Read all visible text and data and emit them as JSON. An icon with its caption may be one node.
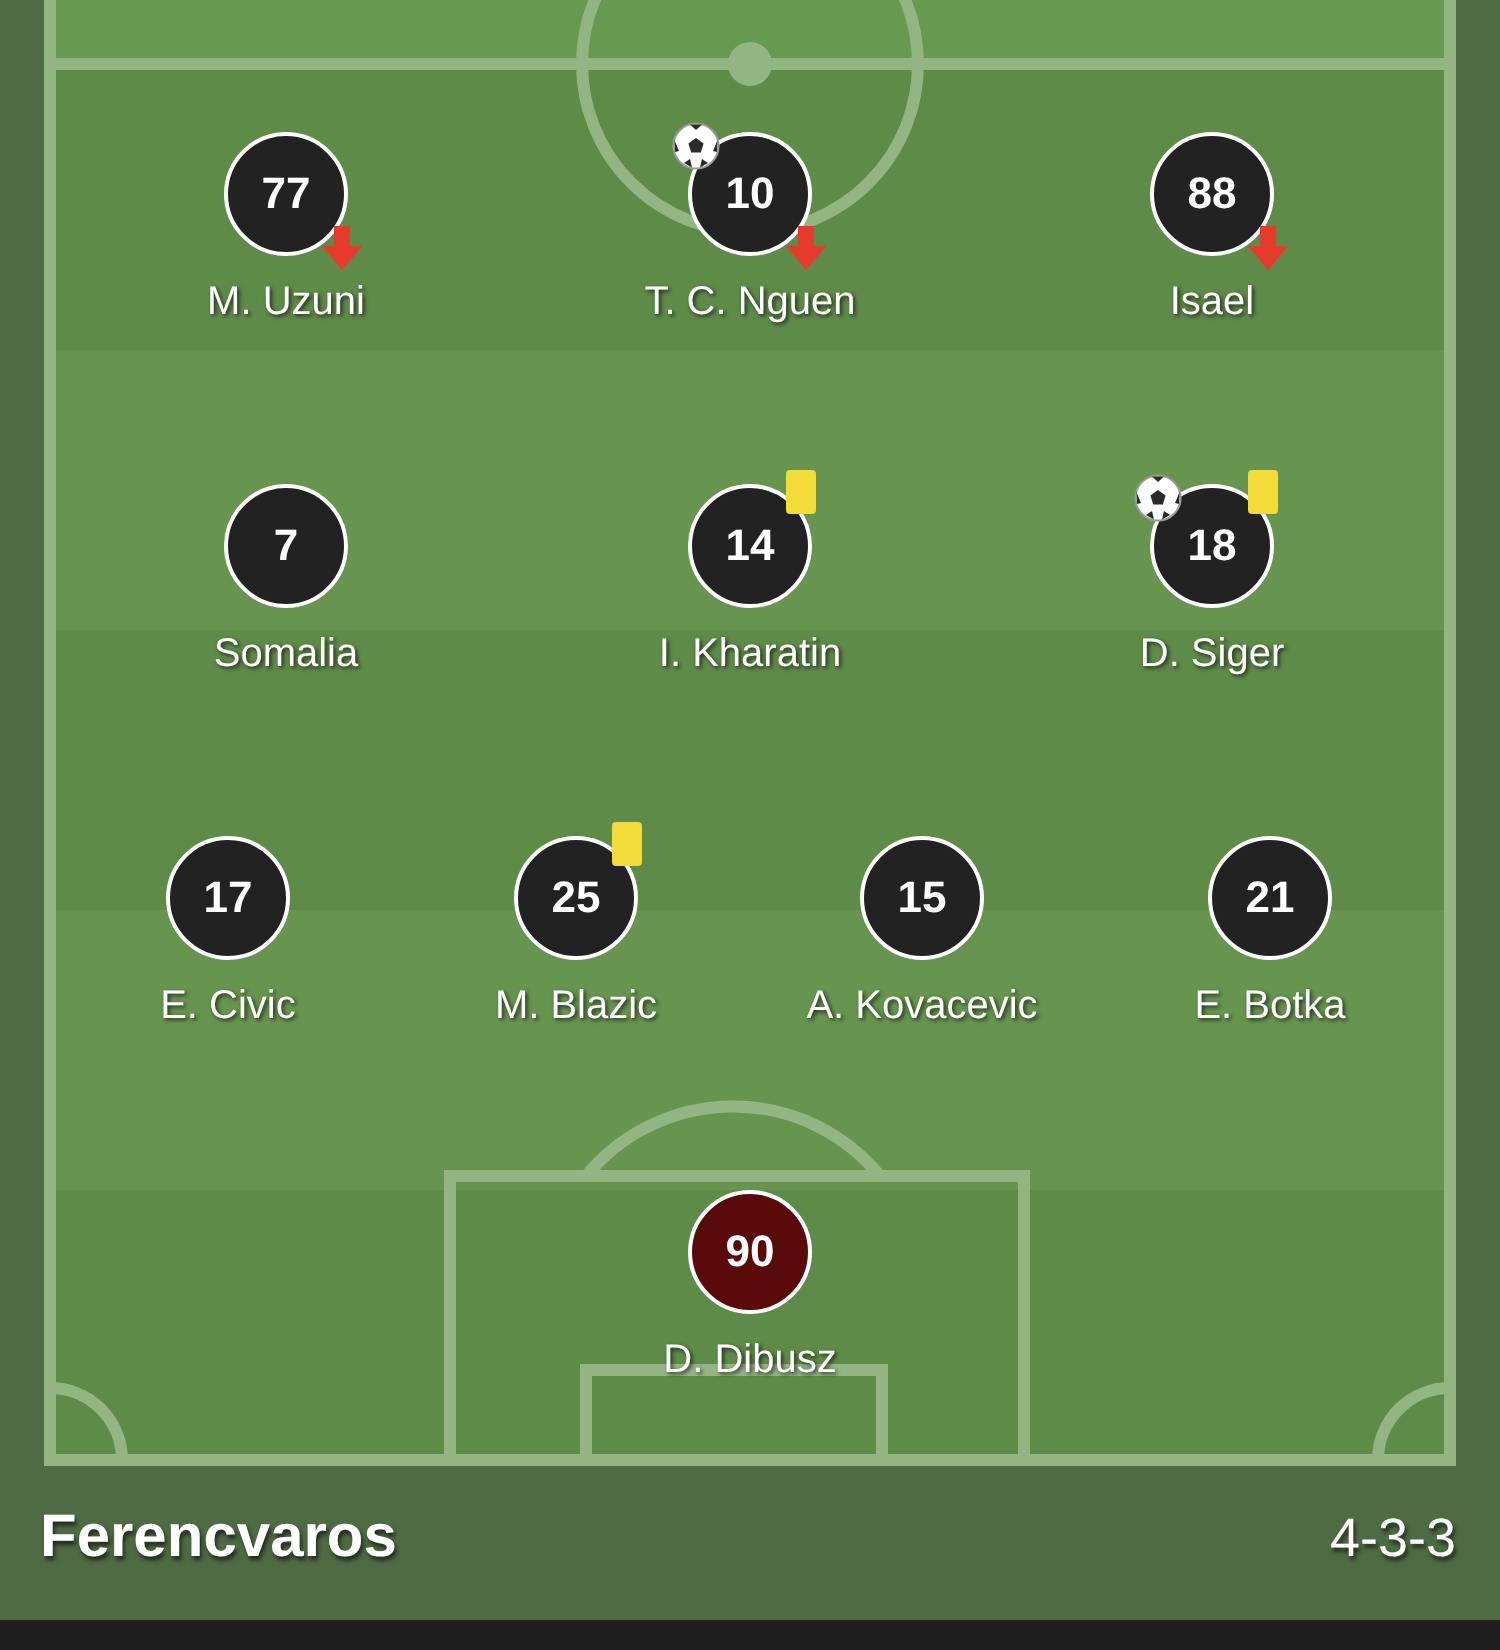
{
  "diagram": {
    "title": "Ferencvaros",
    "nodes": [
      {
        "text": [
          "77"
        ],
        "beside": [
          "M. Uzuni"
        ]
      },
      {
        "text": [
          "10"
        ],
        "beside": [
          "T. C. Nguen"
        ]
      },
      {
        "text": [
          "88"
        ],
        "beside": [
          "Isael"
        ]
      },
      {
        "text": [
          "7"
        ],
        "beside": [
          "Somalia"
        ]
      },
      {
        "text": [
          "14"
        ],
        "beside": [
          "I. Kharatin"
        ]
      },
      {
        "text": [
          "18"
        ],
        "beside": [
          "D. Siger"
        ]
      },
      {
        "text": [
          "17"
        ],
        "beside": [
          "E. Civic"
        ]
      },
      {
        "text": [
          "25"
        ],
        "beside": [
          "M. Blazic"
        ]
      },
      {
        "text": [
          "15"
        ],
        "beside": [
          "A. Kovacevic"
        ]
      },
      {
        "text": [
          "21"
        ],
        "beside": [
          "E. Botka"
        ]
      },
      {
        "text": [
          "90"
        ],
        "beside": [
          "D. Dibusz"
        ]
      }
    ],
    "labels": [
      "4-3-3"
    ]
  }
}
